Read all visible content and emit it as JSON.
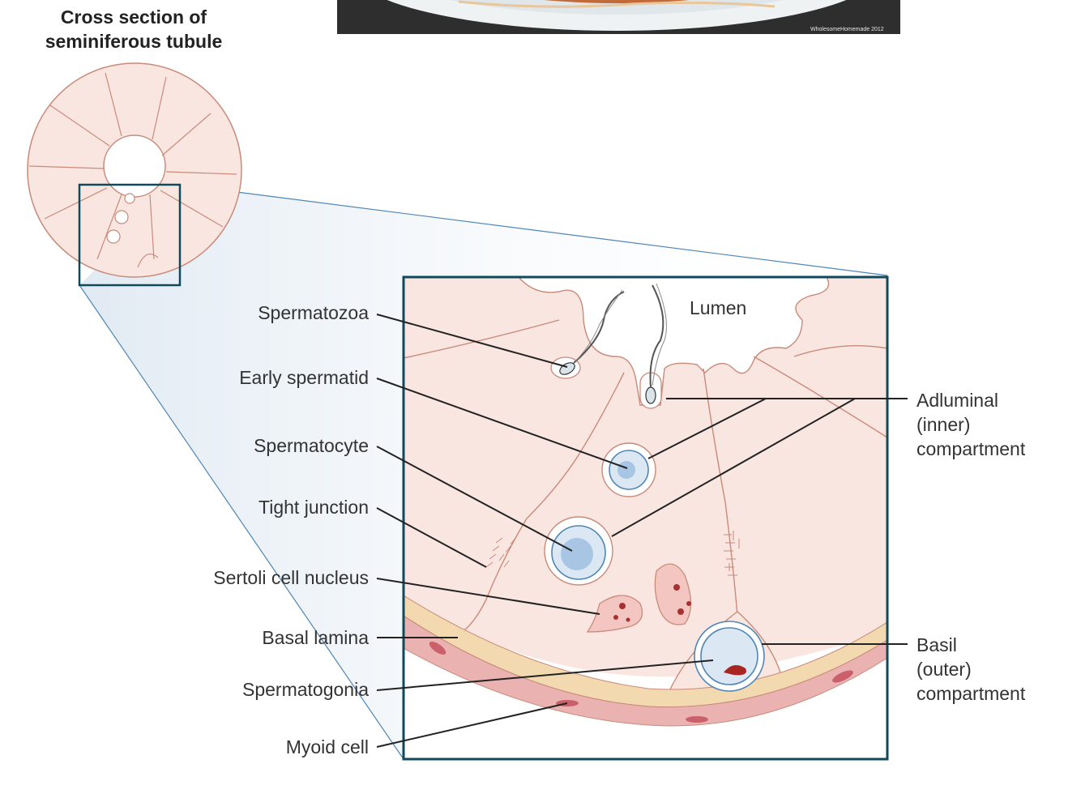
{
  "photo": {
    "watermark": "WholesomeHomemade 2012"
  },
  "title": {
    "line1": "Cross section of",
    "line2": "seminiferous tubule"
  },
  "labels_left": {
    "spermatozoa": "Spermatozoa",
    "early_spermatid": "Early spermatid",
    "spermatocyte": "Spermatocyte",
    "tight_junction": "Tight junction",
    "sertoli_nucleus": "Sertoli cell nucleus",
    "basal_lamina": "Basal lamina",
    "spermatogonia": "Spermatogonia",
    "myoid_cell": "Myoid cell"
  },
  "lumen": "Lumen",
  "labels_right": {
    "adluminal": {
      "line1": "Adluminal",
      "line2": "(inner)",
      "line3": "compartment"
    },
    "basal": {
      "line1": "Basil",
      "line2": "(outer)",
      "line3": "compartment"
    }
  },
  "colors": {
    "frame": "#0f4a5c",
    "cell_fill": "#f9e6e0",
    "cell_line": "#c98a7a",
    "nucleus_fill": "#c9dff0",
    "nucleus_line": "#4f86b5",
    "myoid": "#c9606b",
    "lamina": "#f3d9b0",
    "photo_plate": "#e9eef0",
    "photo_food": "#c36a3a"
  }
}
